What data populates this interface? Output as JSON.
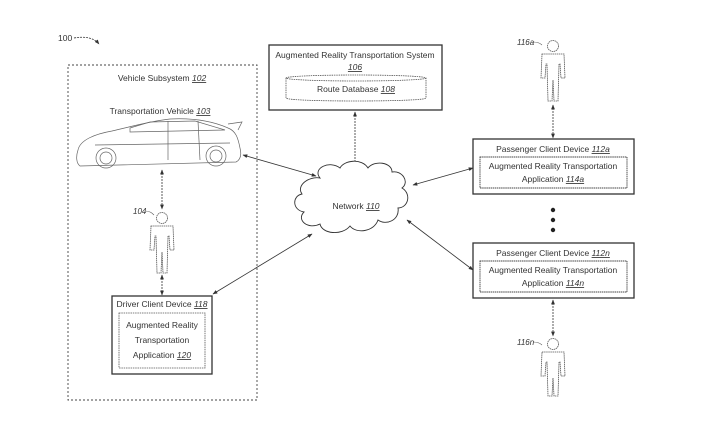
{
  "figure": {
    "figure_ref": "100",
    "vehicle_subsystem": {
      "label": "Vehicle Subsystem ",
      "ref": "102"
    },
    "transportation_vehicle": {
      "label": "Transportation Vehicle ",
      "ref": "103"
    },
    "driver": {
      "ref": "104"
    },
    "driver_client_device": {
      "label": "Driver Client Device ",
      "ref": "118"
    },
    "driver_app": {
      "line1": "Augmented Reality",
      "line2": "Transportation",
      "line3": "Application ",
      "ref": "120"
    },
    "ar_system": {
      "line1": "Augmented Reality Transportation System",
      "ref": "106"
    },
    "route_database": {
      "label": "Route Database ",
      "ref": "108"
    },
    "network": {
      "label": "Network ",
      "ref": "110"
    },
    "passenger_a": {
      "ref": "116a"
    },
    "passenger_device_a": {
      "label": "Passenger Client Device ",
      "ref": "112a"
    },
    "passenger_app_a": {
      "line1": "Augmented Reality Transportation",
      "line2": "Application ",
      "ref": "114a"
    },
    "passenger_n": {
      "ref": "116n"
    },
    "passenger_device_n": {
      "label": "Passenger Client Device ",
      "ref": "112n"
    },
    "passenger_app_n": {
      "line1": "Augmented Reality Transportation",
      "line2": "Application ",
      "ref": "114n"
    }
  }
}
